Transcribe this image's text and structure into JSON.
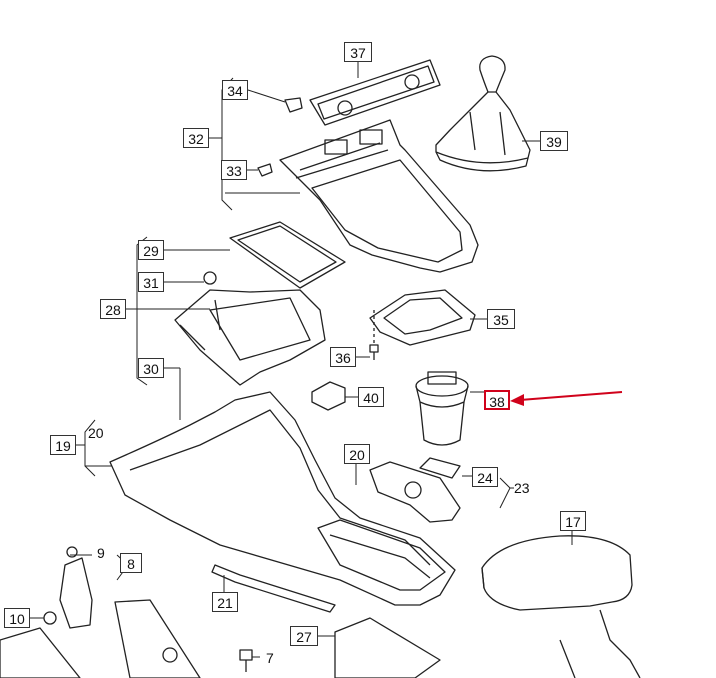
{
  "colors": {
    "line": "#222222",
    "highlight": "#d0021b",
    "background": "#ffffff"
  },
  "callouts": {
    "c37": "37",
    "c34": "34",
    "c32": "32",
    "c33": "33",
    "c39": "39",
    "c29": "29",
    "c31": "31",
    "c28": "28",
    "c35": "35",
    "c36": "36",
    "c30": "30",
    "c40": "40",
    "c38": "38",
    "c19": "19",
    "c20a": "20",
    "c20b": "20",
    "c24": "24",
    "c23": "23",
    "c17": "17",
    "c9": "9",
    "c8": "8",
    "c10": "10",
    "c21": "21",
    "c27": "27",
    "c7": "7"
  },
  "highlighted_part": "38"
}
